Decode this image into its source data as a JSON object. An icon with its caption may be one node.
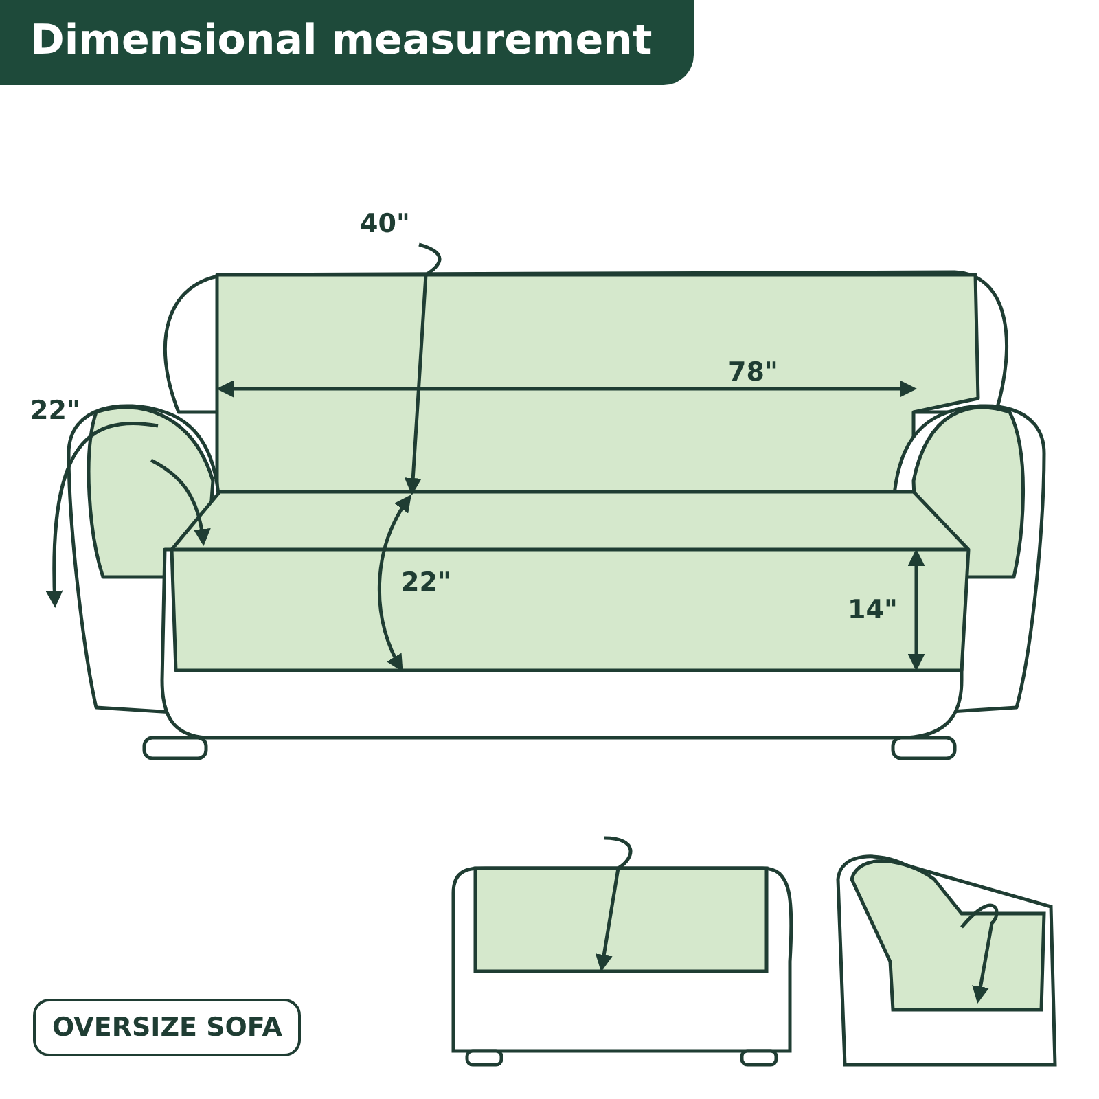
{
  "diagram": {
    "title": "Dimensional measurement",
    "nodes": [
      {
        "text": [
          "OVERSIZE SOFA"
        ]
      }
    ],
    "labels": [
      "40\"",
      "78\"",
      "22\"",
      "22\"",
      "14\""
    ]
  }
}
